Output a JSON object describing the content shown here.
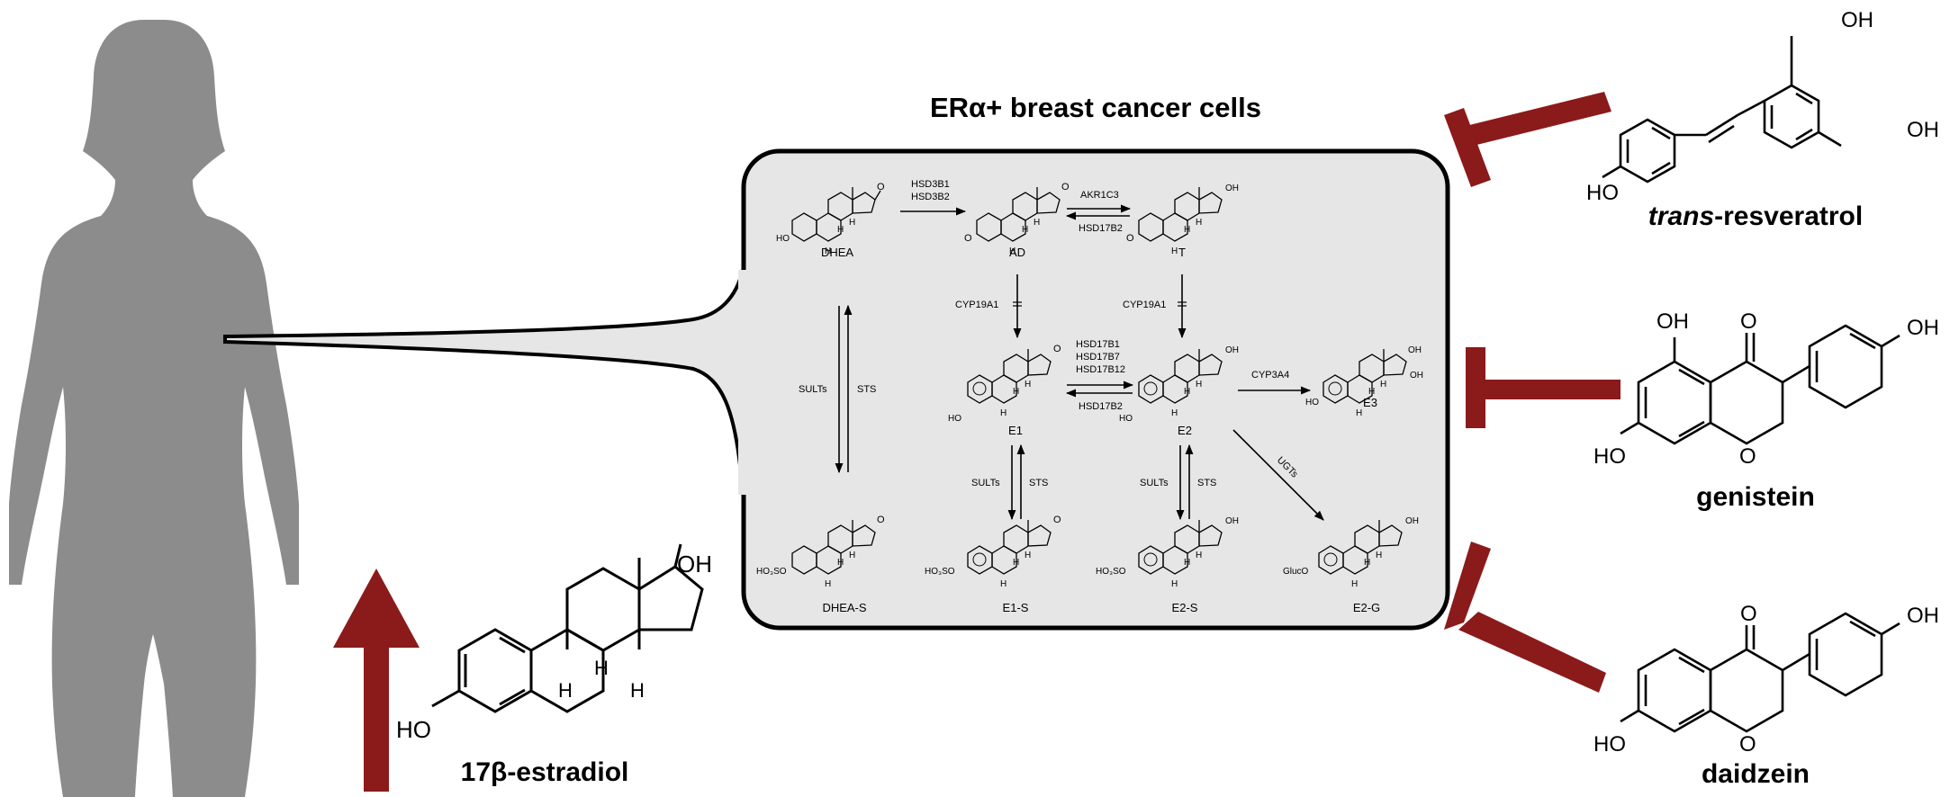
{
  "panel": {
    "title": "ERα+ breast cancer cells"
  },
  "compounds": {
    "dhea": "DHEA",
    "ad": "AD",
    "t": "T",
    "e1": "E1",
    "e2": "E2",
    "e3": "E3",
    "dhea_s": "DHEA-S",
    "e1_s": "E1-S",
    "e2_s": "E2-S",
    "e2_g": "E2-G"
  },
  "enzymes": {
    "hsd3b1": "HSD3B1",
    "hsd3b2": "HSD3B2",
    "akr1c3": "AKR1C3",
    "hsd17b2_top": "HSD17B2",
    "cyp19a1_left": "CYP19A1",
    "cyp19a1_right": "CYP19A1",
    "hsd17b1": "HSD17B1",
    "hsd17b7": "HSD17B7",
    "hsd17b12": "HSD17B12",
    "hsd17b2_mid": "HSD17B2",
    "cyp3a4": "CYP3A4",
    "sults_left": "SULTs",
    "sts_left": "STS",
    "sults_e1": "SULTs",
    "sts_e1": "STS",
    "sults_e2": "SULTs",
    "sts_e2": "STS",
    "ugts": "UGTs"
  },
  "substituents": {
    "ho": "HO",
    "oh": "OH",
    "o": "O",
    "h": "H",
    "ho3so": "HO₃SO",
    "gluco": "GlucO"
  },
  "inhibitors": [
    {
      "name_italic": "trans",
      "name_rest": "-resveratrol"
    },
    {
      "name": "genistein"
    },
    {
      "name": "daidzein"
    }
  ],
  "estradiol": {
    "name": "17β-estradiol"
  },
  "colors": {
    "arrow": "#8b1a1a",
    "silhouette": "#8c8c8c",
    "panel": "#e6e6e6"
  }
}
